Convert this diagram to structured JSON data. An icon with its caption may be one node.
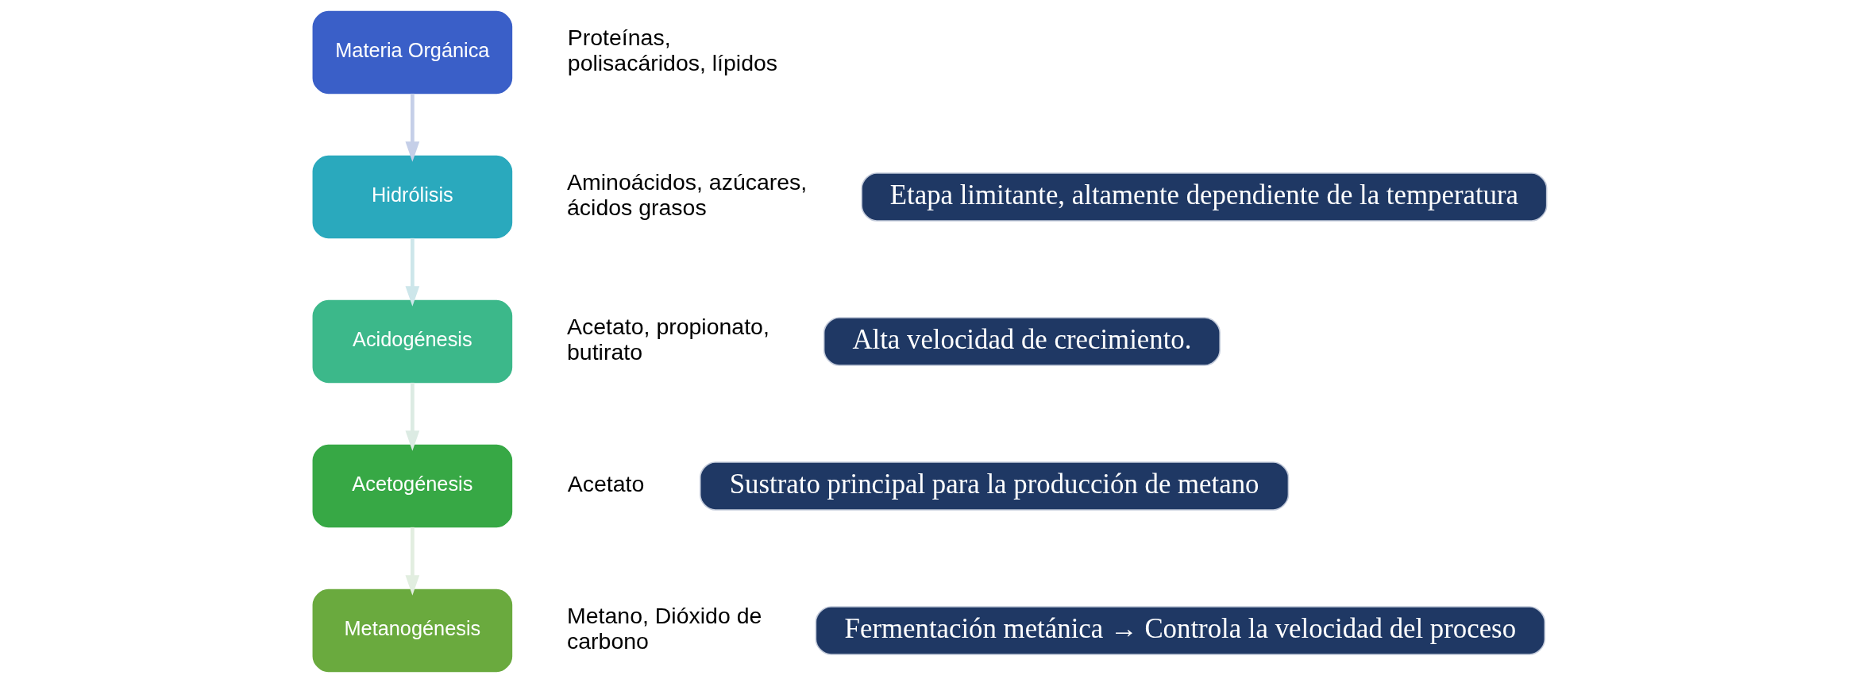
{
  "diagram": {
    "nodes": [
      {
        "text": [
          "Materia Orgánica"
        ],
        "beside": [
          "Proteínas, polisacáridos, lípidos"
        ]
      },
      {
        "text": [
          "Hidrólisis"
        ],
        "beside": [
          "Aminoácidos, azúcares, ácidos grasos"
        ]
      },
      {
        "text": [
          "Acidogénesis"
        ],
        "beside": [
          "Acetato, propionato, butirato"
        ]
      },
      {
        "text": [
          "Acetogénesis"
        ],
        "beside": [
          "Acetato"
        ]
      },
      {
        "text": [
          "Metanogénesis"
        ],
        "beside": [
          "Metano, Dióxido de carbono"
        ]
      },
      {
        "text": [
          "Etapa limitante, altamente dependiente de la temperatura"
        ]
      },
      {
        "text": [
          "Alta velocidad de crecimiento."
        ]
      },
      {
        "text": [
          "Sustrato principal para la producción de metano"
        ]
      },
      {
        "text": [
          "Fermentación metánica → Controla la velocidad del proceso"
        ]
      }
    ],
    "edges": [
      {
        "from": 0,
        "to": 1,
        "arrow": "to",
        "color": "#c5cfe8"
      },
      {
        "from": 1,
        "to": 2,
        "arrow": "to",
        "color": "#cde6ea"
      },
      {
        "from": 2,
        "to": 3,
        "arrow": "to",
        "color": "#dcebe3"
      },
      {
        "from": 3,
        "to": 4,
        "arrow": "to",
        "color": "#e2eee0"
      }
    ]
  }
}
